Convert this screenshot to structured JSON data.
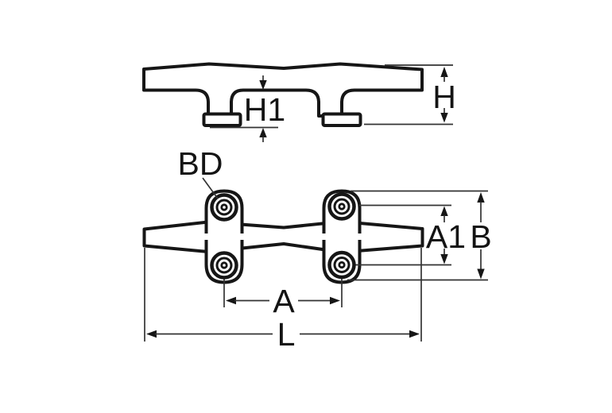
{
  "drawing": {
    "type": "technical-dimension-drawing",
    "subject": "deck cleat, side elevation and plan view with four fastening holes",
    "colors": {
      "background": "#ffffff",
      "line": "#161616",
      "dimension_line": "#333333"
    },
    "side_view": {
      "dimensions": {
        "inner_height_label": "H1",
        "overall_height_label": "H"
      }
    },
    "plan_view": {
      "hole_count": 4,
      "dimensions": {
        "bolt_hole_diameter_label": "BD",
        "hole_spacing_across_label": "A1",
        "base_overall_width_label": "B",
        "hole_spacing_along_label": "A",
        "overall_length_label": "L"
      }
    }
  }
}
